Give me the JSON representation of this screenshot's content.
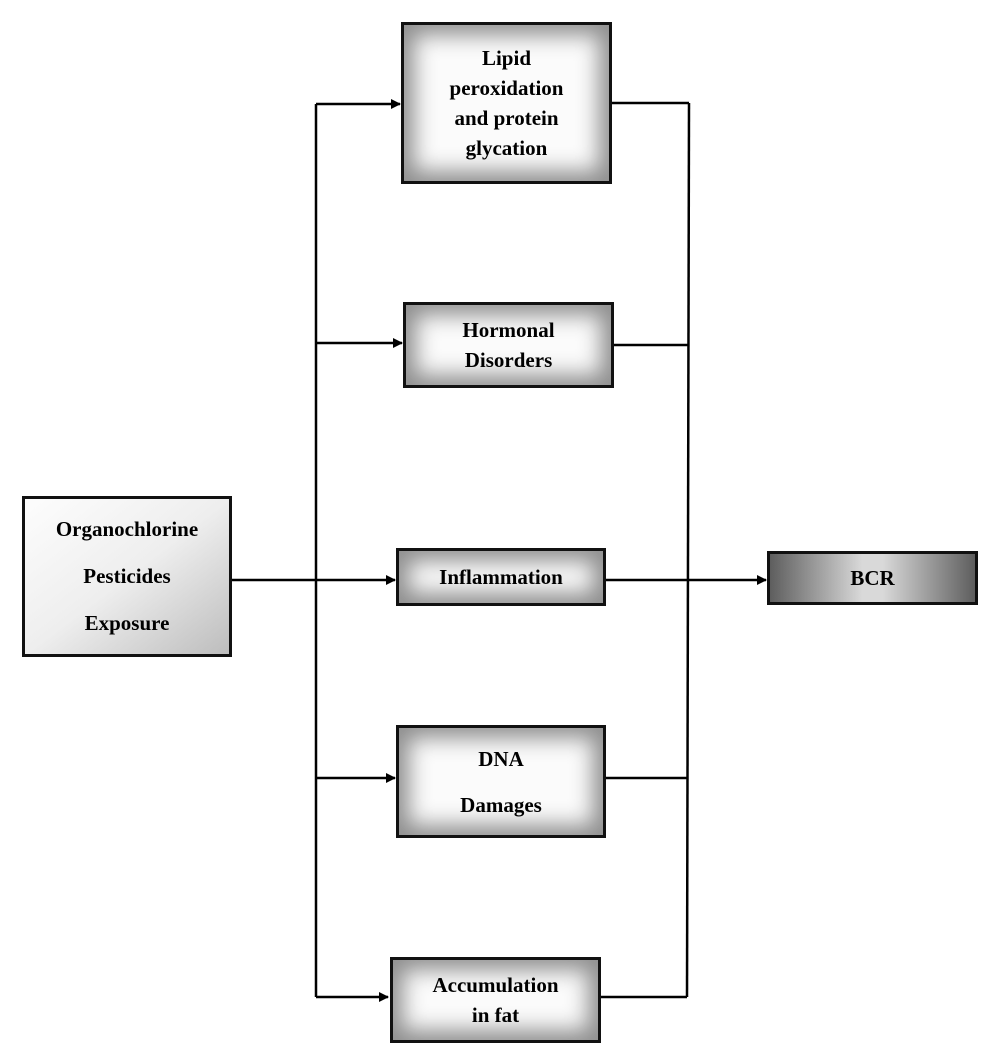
{
  "source": {
    "lines": [
      "Organochlorine",
      "Pesticides",
      "Exposure"
    ]
  },
  "mechanisms": [
    {
      "lines": [
        "Lipid",
        "peroxidation",
        "and protein",
        "glycation"
      ]
    },
    {
      "lines": [
        "Hormonal",
        "Disorders"
      ]
    },
    {
      "lines": [
        "Inflammation"
      ]
    },
    {
      "lines": [
        "DNA",
        "Damages"
      ]
    },
    {
      "lines": [
        "Accumulation",
        "in fat"
      ]
    }
  ],
  "outcome": {
    "label": "BCR"
  }
}
